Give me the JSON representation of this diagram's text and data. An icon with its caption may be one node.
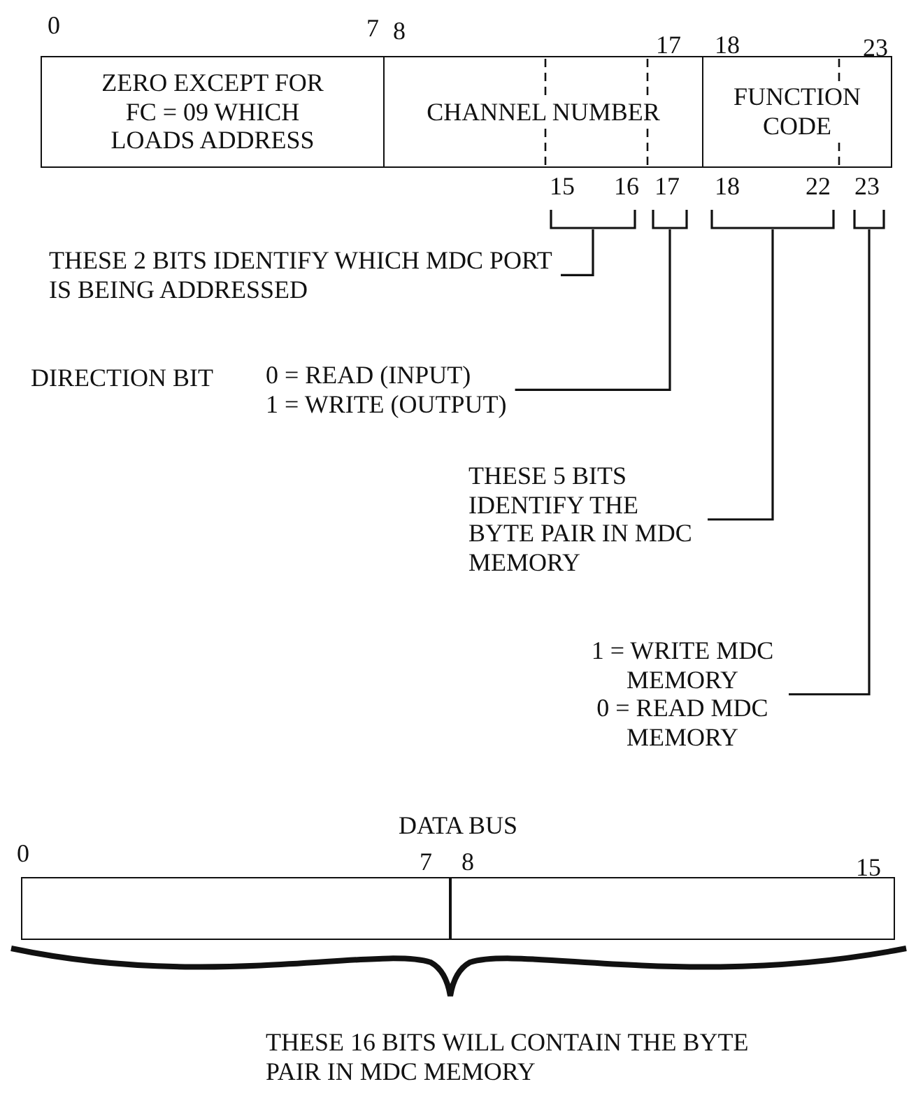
{
  "diagram": {
    "nodes": [
      {
        "text": [
          "ZERO EXCEPT FOR FC = 09 WHICH LOADS ADDRESS"
        ]
      },
      {
        "text": [
          "CHANNEL NUMBER"
        ]
      },
      {
        "text": [
          "FUNCTION CODE"
        ]
      },
      {
        "text": [],
        "shape": "bracket"
      },
      {
        "text": [],
        "shape": "bracket"
      },
      {
        "text": [],
        "shape": "bracket"
      },
      {
        "text": [],
        "shape": "bracket"
      },
      {
        "text": [
          "THESE 2 BITS IDENTIFY WHICH MDC PORT IS BEING ADDRESSED"
        ]
      },
      {
        "text": [
          "0 = READ (INPUT)",
          "1 = WRITE (OUTPUT)"
        ],
        "beside": [
          "DIRECTION BIT"
        ]
      },
      {
        "text": [
          "THESE 5 BITS IDENTIFY THE BYTE PAIR IN MDC MEMORY"
        ]
      },
      {
        "text": [
          "1 = WRITE MDC MEMORY",
          "0 = READ MDC MEMORY"
        ]
      },
      {
        "text": [
          "DATA BUS"
        ]
      },
      {
        "text": [],
        "shape": "box",
        "in": 11
      },
      {
        "text": [],
        "shape": "box",
        "in": 11
      }
    ],
    "edges": [
      {
        "from": 7,
        "to": 3,
        "arrow": "none"
      },
      {
        "from": 8,
        "to": 4,
        "arrow": "none"
      },
      {
        "from": 9,
        "to": 5,
        "arrow": "none"
      },
      {
        "from": 10,
        "to": 6,
        "arrow": "none"
      }
    ],
    "labels": [
      "0",
      "7",
      "8",
      "17",
      "18",
      "23",
      "15",
      "16",
      "17",
      "18",
      "22",
      "23",
      "0",
      "7",
      "8",
      "15",
      "THESE 16 BITS WILL CONTAIN THE BYTE PAIR IN MDC MEMORY"
    ]
  }
}
